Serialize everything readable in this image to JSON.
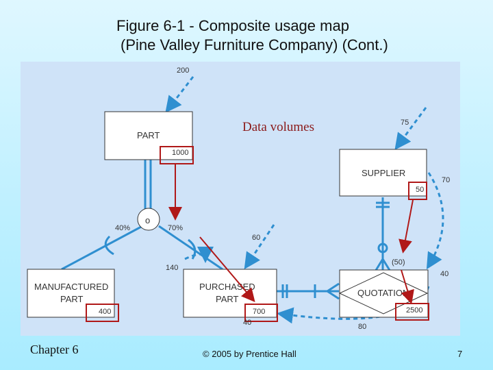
{
  "title": {
    "line1": "Figure 6-1 - Composite usage map",
    "line2": "(Pine Valley Furniture Company) (Cont.)"
  },
  "caption": "Data volumes",
  "entities": {
    "part": {
      "name": "PART",
      "volume": "1000"
    },
    "supplier": {
      "name": "SUPPLIER",
      "volume": "50"
    },
    "manufactured_part": {
      "name_line1": "MANUFACTURED",
      "name_line2": "PART",
      "volume": "400"
    },
    "purchased_part": {
      "name_line1": "PURCHASED",
      "name_line2": "PART",
      "volume": "700"
    },
    "quotation": {
      "name": "QUOTATION",
      "volume": "2500"
    }
  },
  "usage_labels": {
    "part_in": "200",
    "supplier_in": "75",
    "supplier_to_quotation": "70",
    "purchased_in": "60",
    "manufactured_path": "140",
    "purchased_out": "40",
    "quotation_out": "80",
    "quotation_side": "40",
    "subtype_manufactured": "40%",
    "subtype_purchased": "70%",
    "quotation_card": "(50)",
    "subtype_symbol": "o"
  },
  "colors": {
    "connector": "#2f8fd0",
    "highlight": "#b01818",
    "arrow": "#b01818"
  },
  "footer": {
    "chapter": "Chapter 6",
    "copyright": "© 2005 by Prentice Hall",
    "page": "7"
  }
}
